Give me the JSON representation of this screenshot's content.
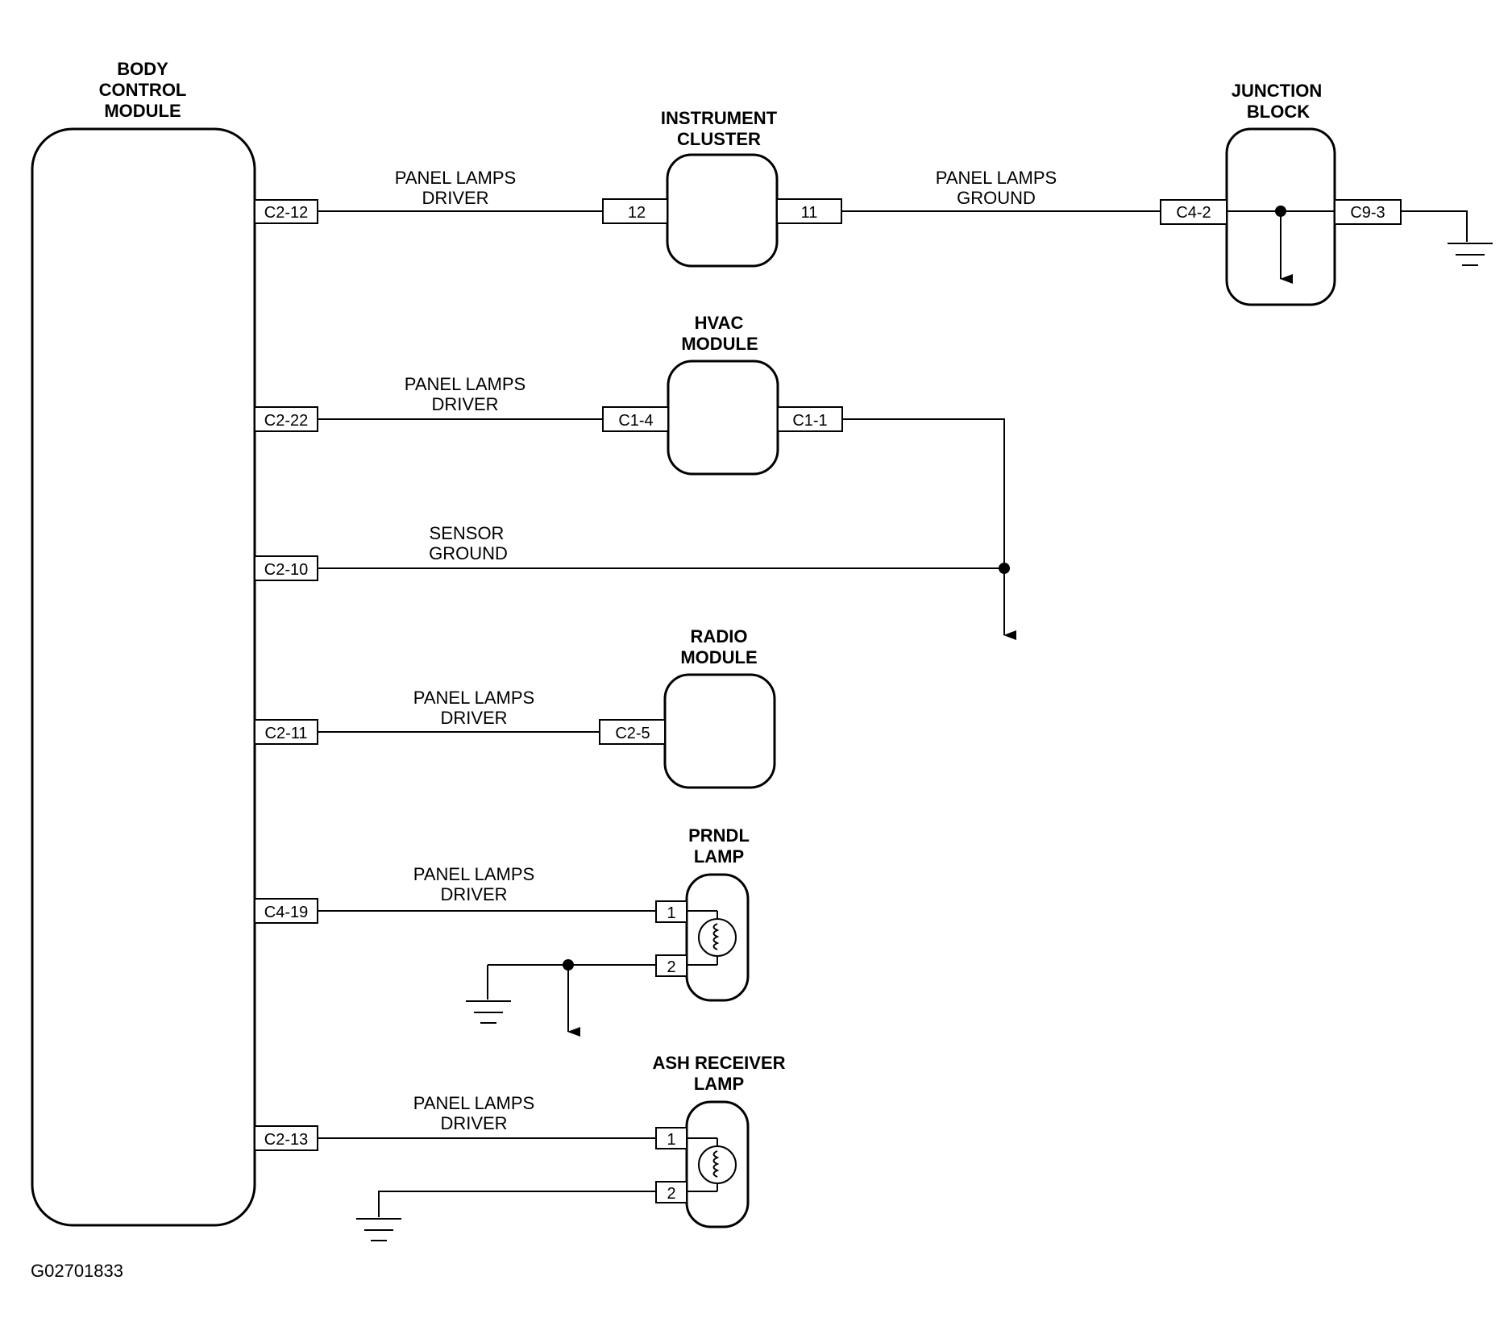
{
  "components": {
    "bcm": [
      "BODY",
      "CONTROL",
      "MODULE"
    ],
    "instrument_cluster": [
      "INSTRUMENT",
      "CLUSTER"
    ],
    "junction_block": [
      "JUNCTION",
      "BLOCK"
    ],
    "hvac": [
      "HVAC",
      "MODULE"
    ],
    "radio": [
      "RADIO",
      "MODULE"
    ],
    "prndl": [
      "PRNDL",
      "LAMP"
    ],
    "ash": [
      "ASH RECEIVER",
      "LAMP"
    ]
  },
  "circuits": {
    "ic_driver": [
      "PANEL LAMPS",
      "DRIVER"
    ],
    "ic_ground": [
      "PANEL LAMPS",
      "GROUND"
    ],
    "hvac_driver": [
      "PANEL LAMPS",
      "DRIVER"
    ],
    "sensor_ground": [
      "SENSOR",
      "GROUND"
    ],
    "radio_driver": [
      "PANEL LAMPS",
      "DRIVER"
    ],
    "prndl_driver": [
      "PANEL LAMPS",
      "DRIVER"
    ],
    "ash_driver": [
      "PANEL LAMPS",
      "DRIVER"
    ]
  },
  "pins": {
    "bcm_c2_12": "C2-12",
    "bcm_c2_22": "C2-22",
    "bcm_c2_10": "C2-10",
    "bcm_c2_11": "C2-11",
    "bcm_c4_19": "C4-19",
    "bcm_c2_13": "C2-13",
    "ic_12": "12",
    "ic_11": "11",
    "jb_c4_2": "C4-2",
    "jb_c9_3": "C9-3",
    "hvac_c1_4": "C1-4",
    "hvac_c1_1": "C1-1",
    "radio_c2_5": "C2-5",
    "prndl_1": "1",
    "prndl_2": "2",
    "ash_1": "1",
    "ash_2": "2"
  },
  "figure_id": "G02701833"
}
